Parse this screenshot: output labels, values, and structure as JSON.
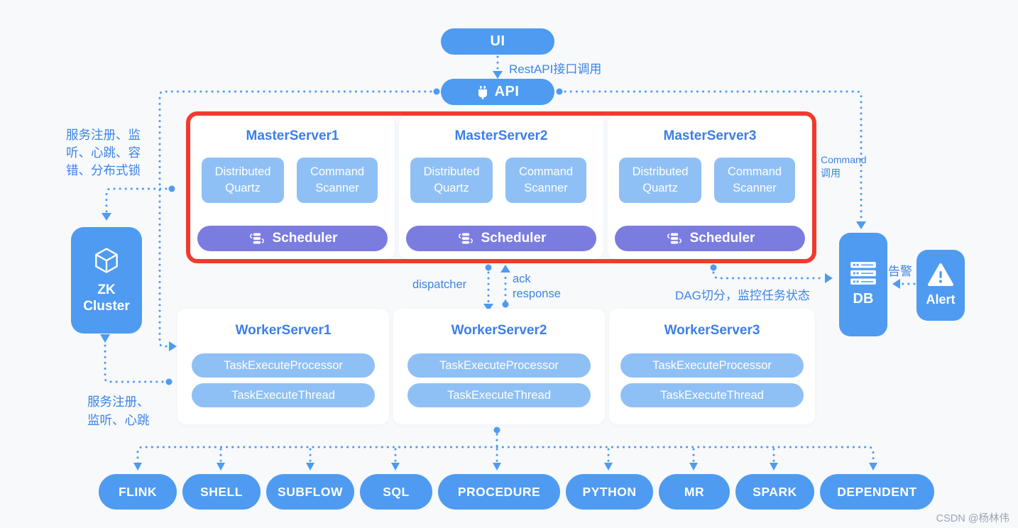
{
  "nodes": {
    "ui": "UI",
    "api": "API",
    "zk": "ZK\nCluster",
    "db": "DB",
    "alert": "Alert"
  },
  "masters": [
    {
      "name": "MasterServer1",
      "quartz": "Distributed Quartz",
      "scanner": "Command Scanner",
      "scheduler": "Scheduler"
    },
    {
      "name": "MasterServer2",
      "quartz": "Distributed Quartz",
      "scanner": "Command Scanner",
      "scheduler": "Scheduler"
    },
    {
      "name": "MasterServer3",
      "quartz": "Distributed Quartz",
      "scanner": "Command Scanner",
      "scheduler": "Scheduler"
    }
  ],
  "workers": [
    {
      "name": "WorkerServer1",
      "processor": "TaskExecuteProcessor",
      "thread": "TaskExecuteThread"
    },
    {
      "name": "WorkerServer2",
      "processor": "TaskExecuteProcessor",
      "thread": "TaskExecuteThread"
    },
    {
      "name": "WorkerServer3",
      "processor": "TaskExecuteProcessor",
      "thread": "TaskExecuteThread"
    }
  ],
  "tasks": [
    "FLINK",
    "SHELL",
    "SUBFLOW",
    "SQL",
    "PROCEDURE",
    "PYTHON",
    "MR",
    "SPARK",
    "DEPENDENT"
  ],
  "labels": {
    "rest_api": "RestAPI接口调用",
    "zk_register_master": "服务注册、监\n听、心跳、容\n错、分布式锁",
    "zk_register_worker": "服务注册、\n监听、心跳",
    "dispatcher": "dispatcher",
    "ack": "ack\nresponse",
    "dag": "DAG切分，监控任务状态",
    "command": "Command\n调用",
    "alarm": "告警",
    "watermark": "CSDN @杨林伟"
  },
  "icons": {
    "api": "usb-plug-icon",
    "zk": "cube-icon",
    "scheduler": "server-stack-icon",
    "db": "database-server-icon",
    "alert": "warning-triangle-icon"
  },
  "colors": {
    "primary_blue": "#4e9bf1",
    "light_blue": "#8fc0f5",
    "purple": "#7b7ce0",
    "red_frame": "#f23b2e",
    "label_blue": "#3d84e8",
    "background": "#f7f9fb",
    "panel": "#ffffff",
    "watermark": "#9aa5b3"
  }
}
